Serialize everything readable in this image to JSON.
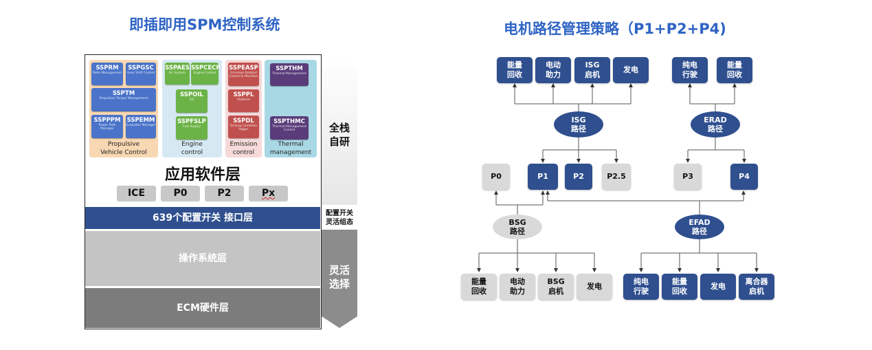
{
  "left": {
    "title": "即插即用SPM控制系统",
    "modules": {
      "propulsive": {
        "caption": "Propulsive\nVehicle Control",
        "chips": [
          {
            "name": "SSPRM",
            "sub": "Ratio Management"
          },
          {
            "name": "SSPGSC",
            "sub": "Gear Shift Control"
          },
          {
            "name": "SSPTM",
            "sub": "Propulsion Torque Management"
          },
          {
            "name": "SSPPPM",
            "sub": "Power Path Manager"
          },
          {
            "name": "SSPEMM",
            "sub": "Evaluator Manager"
          }
        ]
      },
      "engine": {
        "caption": "Engine\ncontrol",
        "chips": [
          {
            "name": "SSPAES",
            "sub": "Air System"
          },
          {
            "name": "SSPCECP",
            "sub": "Engine Control"
          },
          {
            "name": "SSPOIL",
            "sub": "Oil"
          },
          {
            "name": "SSPFSLP",
            "sub": "Fuel Supply"
          }
        ]
      },
      "emission": {
        "caption": "Emission\ncontrol",
        "chips": [
          {
            "name": "SSPEASP",
            "sub": "Emission Related Control & Monitors"
          },
          {
            "name": "SSPPL",
            "sub": "Platform"
          },
          {
            "name": "SSPDL",
            "sub": "Driving Condition logger"
          }
        ]
      },
      "thermal": {
        "caption": "Thermal\nmanagement",
        "chips": [
          {
            "name": "SSPTHM",
            "sub": "Thermal Management"
          },
          {
            "name": "SSPTHMC",
            "sub": "Thermal Management Control"
          }
        ]
      }
    },
    "app_layer": "应用软件层",
    "pills": [
      "ICE",
      "P0",
      "P2",
      "Px"
    ],
    "interface_layer": "639个配置开关  接口层",
    "os_layer": "操作系统层",
    "hw_layer": "ECM硬件层",
    "side": {
      "full_stack": "全栈\n自研",
      "config": "配置开关\n灵活组态",
      "flexible": "灵活\n选择"
    }
  },
  "right": {
    "title": "电机路径管理策略（P1+P2+P4)",
    "isg_functions": [
      "能量\n回收",
      "电动\n助力",
      "ISG\n启机",
      "发电"
    ],
    "erad_functions": [
      "纯电\n行驶",
      "能量\n回收"
    ],
    "isg_path": "ISG\n路径",
    "erad_path": "ERAD\n路径",
    "positions": [
      "P0",
      "P1",
      "P2",
      "P2.5",
      "P3",
      "P4"
    ],
    "bsg_path": "BSG\n路径",
    "efad_path": "EFAD\n路径",
    "bsg_functions": [
      "能量\n回收",
      "电动\n助力",
      "BSG\n启机",
      "发电"
    ],
    "efad_functions": [
      "纯电\n行驶",
      "能量\n回收",
      "发电",
      "离合器\n启机"
    ]
  }
}
